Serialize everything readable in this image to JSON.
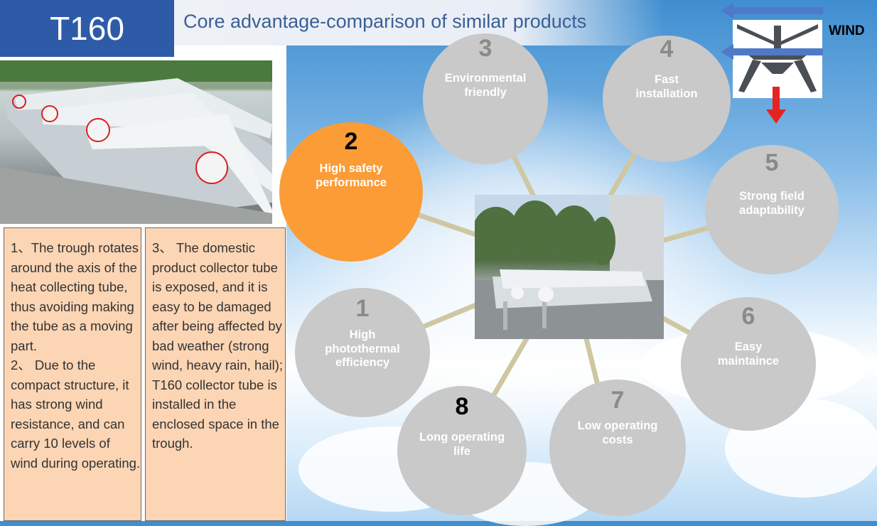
{
  "header": {
    "title": "T160",
    "subtitle": "Core advantage-comparison of similar products"
  },
  "text_columns": [
    {
      "paragraphs": [
        "1、The trough rotates around the axis of the heat collecting tube, thus avoiding making the tube as a moving part.",
        "2、 Due to the compact structure, it has strong wind resistance, and can carry 10 levels of wind during operating."
      ]
    },
    {
      "paragraphs": [
        "3、 The domestic product collector tube is exposed, and it is easy to be damaged after being affected by bad weather (strong wind, heavy rain, hail); T160 collector tube is installed in the enclosed space in the trough."
      ]
    }
  ],
  "advantages": [
    {
      "num": "1",
      "label": "High photothermal efficiency"
    },
    {
      "num": "2",
      "label": "High safety performance"
    },
    {
      "num": "3",
      "label": "Environmental friendly"
    },
    {
      "num": "4",
      "label": "Fast installation"
    },
    {
      "num": "5",
      "label": "Strong field adaptability"
    },
    {
      "num": "6",
      "label": "Easy maintaince"
    },
    {
      "num": "7",
      "label": "Low operating costs"
    },
    {
      "num": "8",
      "label": "Long operating life"
    }
  ],
  "wind_diagram": {
    "label": "WIND"
  },
  "colors": {
    "highlight": "#fb9c36",
    "circle": "#c9c9c9",
    "title_bg": "#2e5ba8",
    "text_bg": "#fcd5b4"
  }
}
